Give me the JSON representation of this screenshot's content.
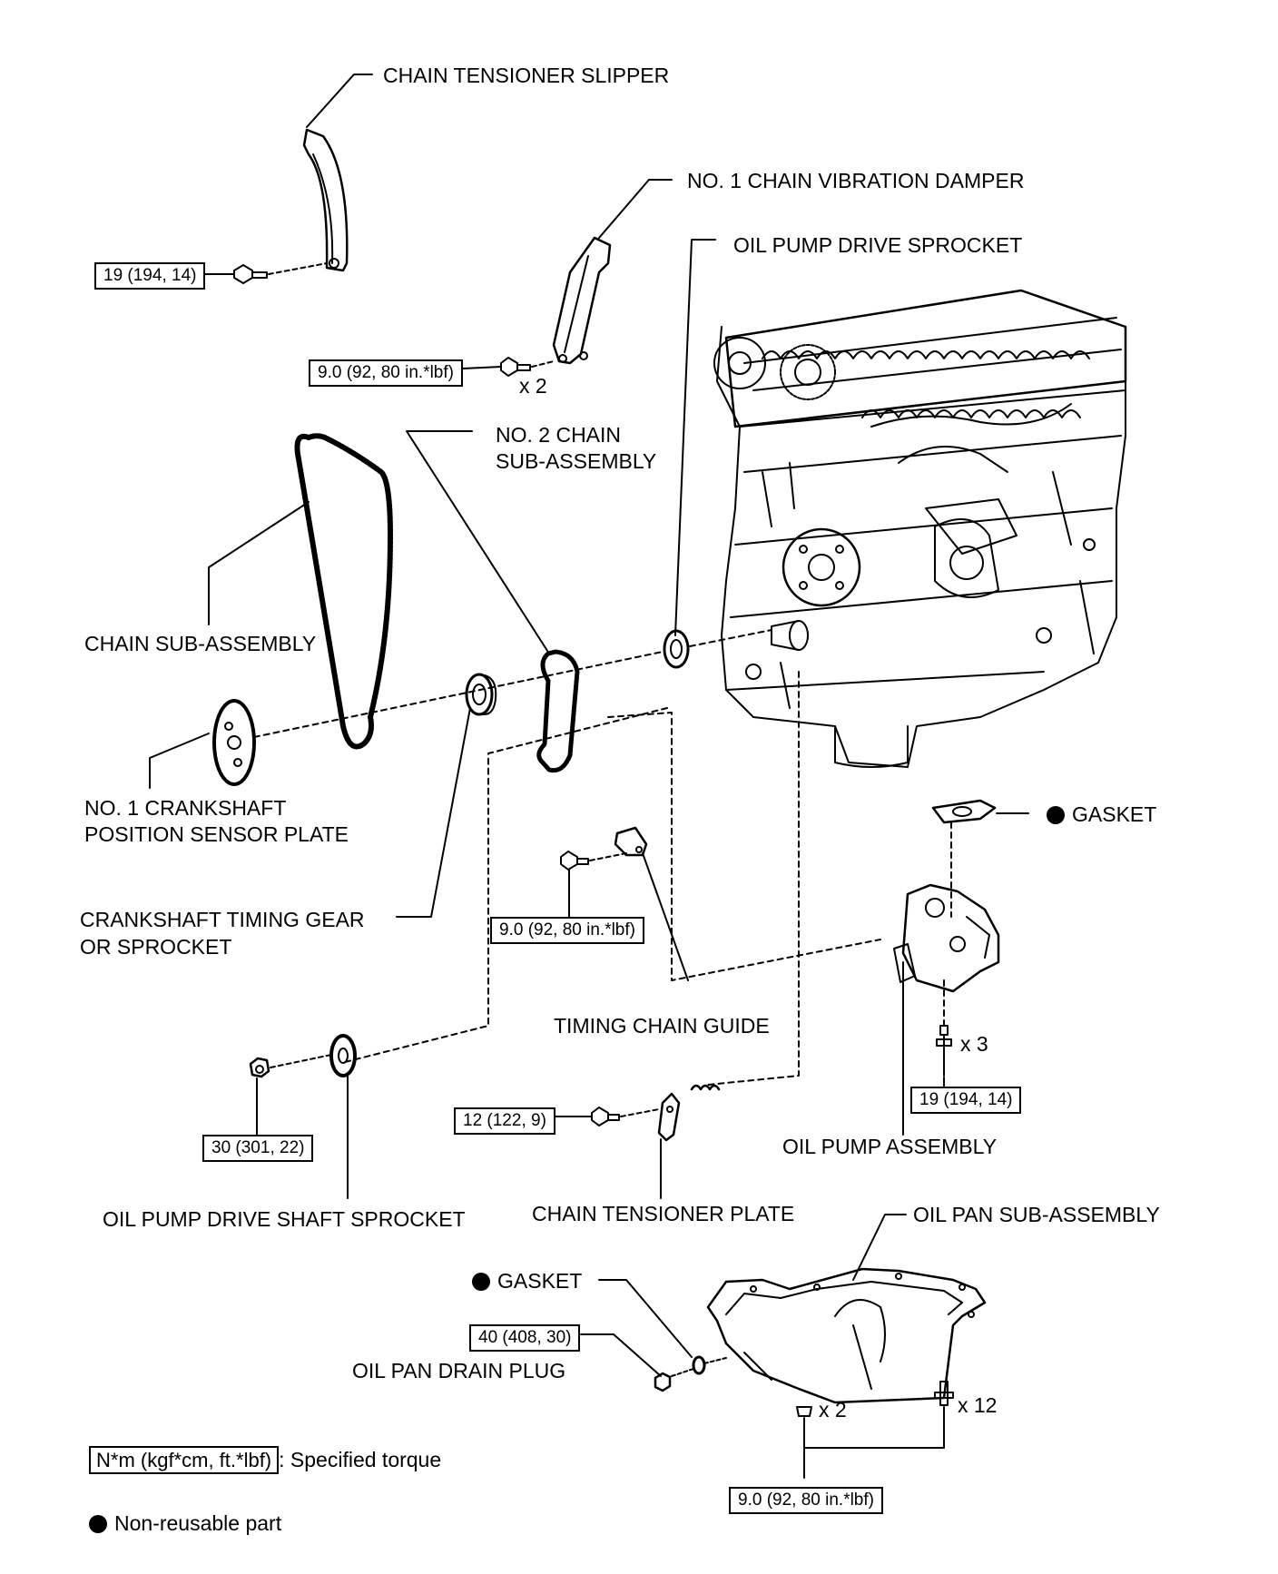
{
  "labels": {
    "chain_tensioner_slipper": "CHAIN TENSIONER SLIPPER",
    "no1_chain_vibration_damper": "NO. 1 CHAIN VIBRATION DAMPER",
    "oil_pump_drive_sprocket": "OIL PUMP DRIVE SPROCKET",
    "no2_chain_line1": "NO. 2 CHAIN",
    "no2_chain_line2": "SUB-ASSEMBLY",
    "chain_sub_assembly": "CHAIN SUB-ASSEMBLY",
    "crank_sensor_line1": "NO. 1 CRANKSHAFT",
    "crank_sensor_line2": "POSITION SENSOR PLATE",
    "crank_gear_line1": "CRANKSHAFT TIMING GEAR",
    "crank_gear_line2": "OR SPROCKET",
    "gasket_top": "GASKET",
    "timing_chain_guide": "TIMING CHAIN GUIDE",
    "oil_pump_assembly": "OIL PUMP ASSEMBLY",
    "oil_pump_drive_shaft_sprocket": "OIL PUMP DRIVE SHAFT SPROCKET",
    "chain_tensioner_plate": "CHAIN TENSIONER PLATE",
    "oil_pan_sub_assembly": "OIL PAN SUB-ASSEMBLY",
    "gasket_bottom": "GASKET",
    "oil_pan_drain_plug": "OIL PAN DRAIN PLUG"
  },
  "torques": {
    "slipper_bolt": "19 (194, 14)",
    "damper_bolt": "9.0 (92, 80 in.*lbf)",
    "guide_bolt": "9.0 (92, 80 in.*lbf)",
    "pump_bolt": "19 (194, 14)",
    "shaft_sprocket_nut": "30 (301, 22)",
    "tensioner_plate_bolt": "12 (122, 9)",
    "drain_plug": "40 (408, 30)",
    "oil_pan_bolts": "9.0 (92, 80 in.*lbf)"
  },
  "multipliers": {
    "damper": "x 2",
    "pump": "x 3",
    "pan_nuts": "x 2",
    "pan_bolts": "x 12"
  },
  "legend": {
    "torque_unit": "N*m (kgf*cm, ft.*lbf)",
    "torque_text": ": Specified torque",
    "non_reusable": "Non-reusable part"
  }
}
